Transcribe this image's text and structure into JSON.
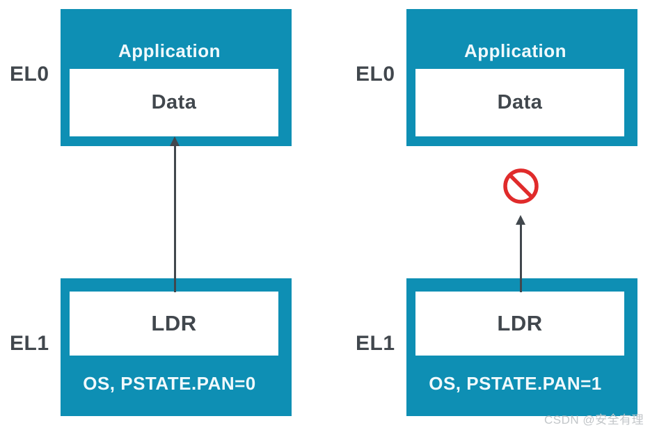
{
  "panels": [
    {
      "el0": "EL0",
      "el1": "EL1",
      "application": "Application",
      "data": "Data",
      "ldr": "LDR",
      "os": "OS, PSTATE.PAN=0",
      "access": "allowed"
    },
    {
      "el0": "EL0",
      "el1": "EL1",
      "application": "Application",
      "data": "Data",
      "ldr": "LDR",
      "os": "OS, PSTATE.PAN=1",
      "access": "blocked"
    }
  ],
  "watermark": "CSDN @安全有理",
  "colors": {
    "teal": "#0E8FB4",
    "ink": "#41474D",
    "red": "#E02B2B",
    "box_text_light": "#F0F9FC",
    "watermark": "#C2C6C9"
  }
}
